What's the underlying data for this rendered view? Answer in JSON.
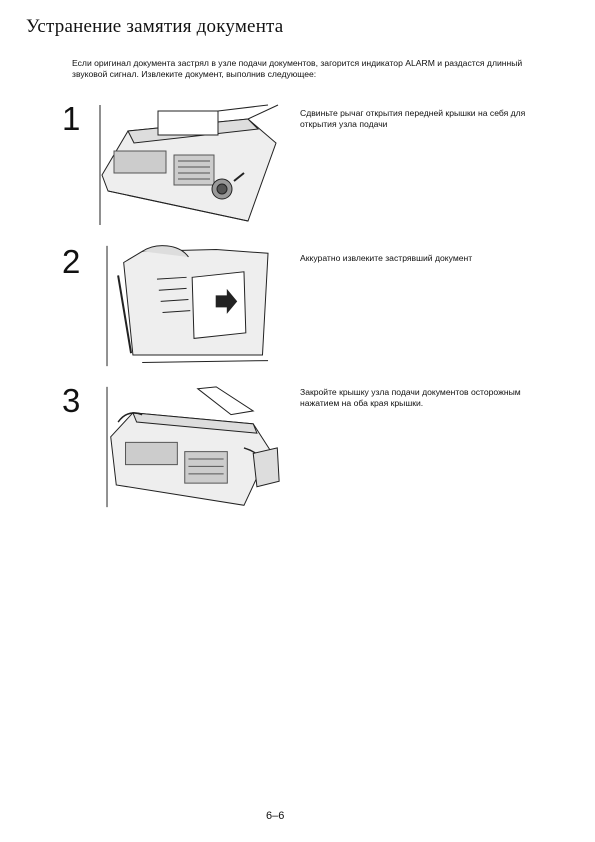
{
  "title": "Устранение замятия документа",
  "intro": "Если оригинал документа застрял в узле подачи документов, загорится индикатор ALARM и раздастся длинный звуковой сигнал. Извлеките документ, выполнив следующее:",
  "steps": [
    {
      "number": "1",
      "text": "Сдвиньте рычаг открытия передней крышки на себя для открытия узла подачи"
    },
    {
      "number": "2",
      "text": "Аккуратно извлеките застрявший документ"
    },
    {
      "number": "3",
      "text": "Закройте крышку узла подачи документов осторожным нажатием на оба края крышки."
    }
  ],
  "footer": "6–6"
}
